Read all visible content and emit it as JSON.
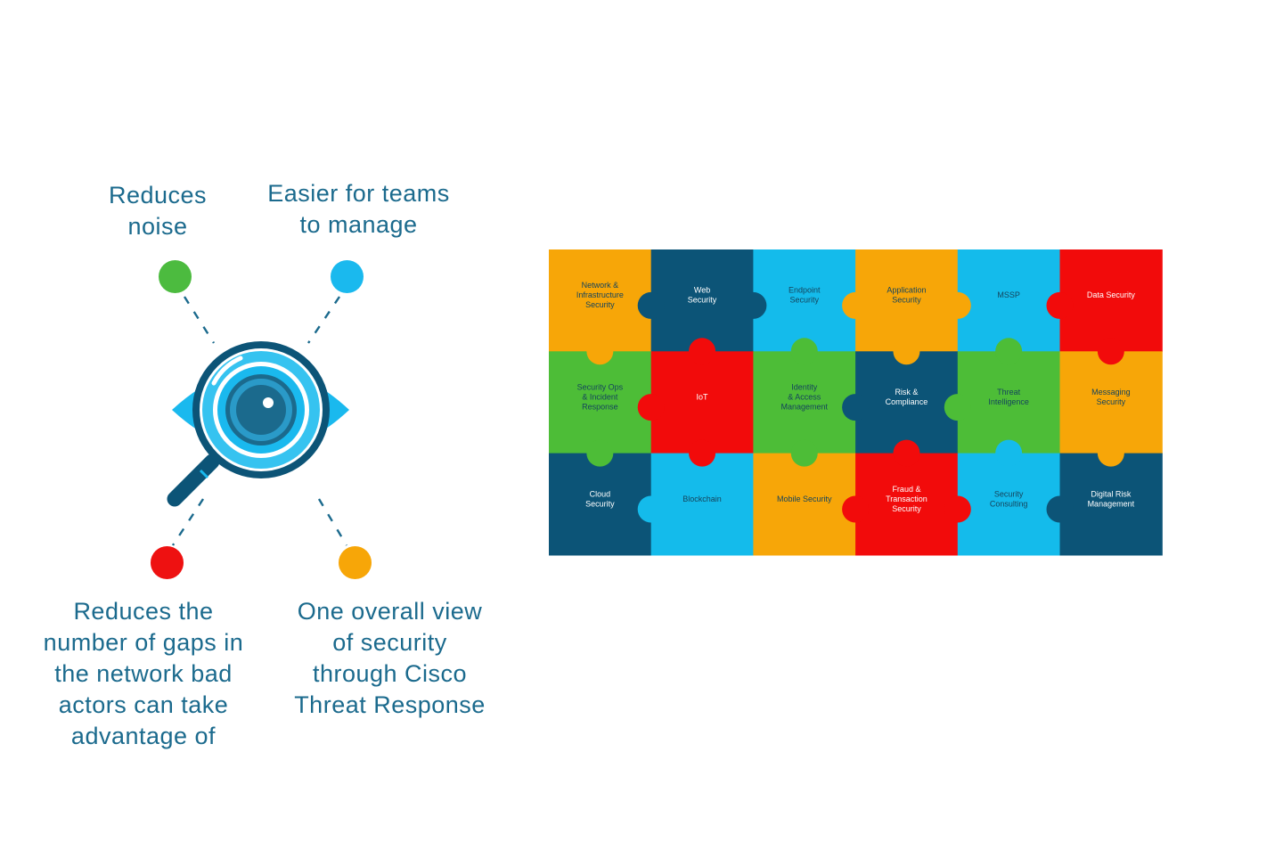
{
  "benefits": {
    "top_left": {
      "lines": [
        "Reduces",
        "noise"
      ],
      "color": "#4cbb3f"
    },
    "top_right": {
      "lines": [
        "Easier for teams",
        "to manage"
      ],
      "color": "#1ab9ee"
    },
    "bottom_left": {
      "lines": [
        "Reduces the",
        "number of gaps in",
        "the network bad",
        "actors can take",
        "advantage of"
      ],
      "color": "#ee1111"
    },
    "bottom_right": {
      "lines": [
        "One overall view",
        "of security",
        "through Cisco",
        "Threat Response"
      ],
      "color": "#f7a608"
    }
  },
  "magnifier": {
    "icon": "eye-magnifier-icon"
  },
  "colors": {
    "text": "#1b6a8d",
    "orange": "#f7a608",
    "navy": "#0c5477",
    "sky": "#14bbeb",
    "red": "#f20b0b",
    "green": "#4dbd37"
  },
  "puzzle": {
    "pieces": [
      {
        "id": "network-infrastructure-security",
        "lines": [
          "Network &",
          "Infrastructure",
          "Security"
        ],
        "color": "orange",
        "text": "dark"
      },
      {
        "id": "web-security",
        "lines": [
          "Web",
          "Security"
        ],
        "color": "navy",
        "text": "light"
      },
      {
        "id": "endpoint-security",
        "lines": [
          "Endpoint",
          "Security"
        ],
        "color": "sky",
        "text": "dark"
      },
      {
        "id": "application-security",
        "lines": [
          "Application",
          "Security"
        ],
        "color": "orange",
        "text": "dark"
      },
      {
        "id": "mssp",
        "lines": [
          "MSSP"
        ],
        "color": "sky",
        "text": "dark"
      },
      {
        "id": "data-security",
        "lines": [
          "Data Security"
        ],
        "color": "red",
        "text": "light"
      },
      {
        "id": "security-ops-incident-response",
        "lines": [
          "Security Ops",
          "& Incident",
          "Response"
        ],
        "color": "green",
        "text": "dark"
      },
      {
        "id": "iot",
        "lines": [
          "IoT"
        ],
        "color": "red",
        "text": "light"
      },
      {
        "id": "identity-access-management",
        "lines": [
          "Identity",
          "& Access",
          "Management"
        ],
        "color": "green",
        "text": "dark"
      },
      {
        "id": "risk-compliance",
        "lines": [
          "Risk &",
          "Compliance"
        ],
        "color": "navy",
        "text": "light"
      },
      {
        "id": "threat-intelligence",
        "lines": [
          "Threat",
          "Intelligence"
        ],
        "color": "green",
        "text": "dark"
      },
      {
        "id": "messaging-security",
        "lines": [
          "Messaging",
          "Security"
        ],
        "color": "orange",
        "text": "dark"
      },
      {
        "id": "cloud-security",
        "lines": [
          "Cloud",
          "Security"
        ],
        "color": "navy",
        "text": "light"
      },
      {
        "id": "blockchain",
        "lines": [
          "Blockchain"
        ],
        "color": "sky",
        "text": "dark"
      },
      {
        "id": "mobile-security",
        "lines": [
          "Mobile Security"
        ],
        "color": "orange",
        "text": "dark"
      },
      {
        "id": "fraud-transaction-security",
        "lines": [
          "Fraud &",
          "Transaction",
          "Security"
        ],
        "color": "red",
        "text": "light"
      },
      {
        "id": "security-consulting",
        "lines": [
          "Security",
          "Consulting"
        ],
        "color": "sky",
        "text": "dark"
      },
      {
        "id": "digital-risk-management",
        "lines": [
          "Digital Risk",
          "Management"
        ],
        "color": "navy",
        "text": "light"
      }
    ]
  }
}
